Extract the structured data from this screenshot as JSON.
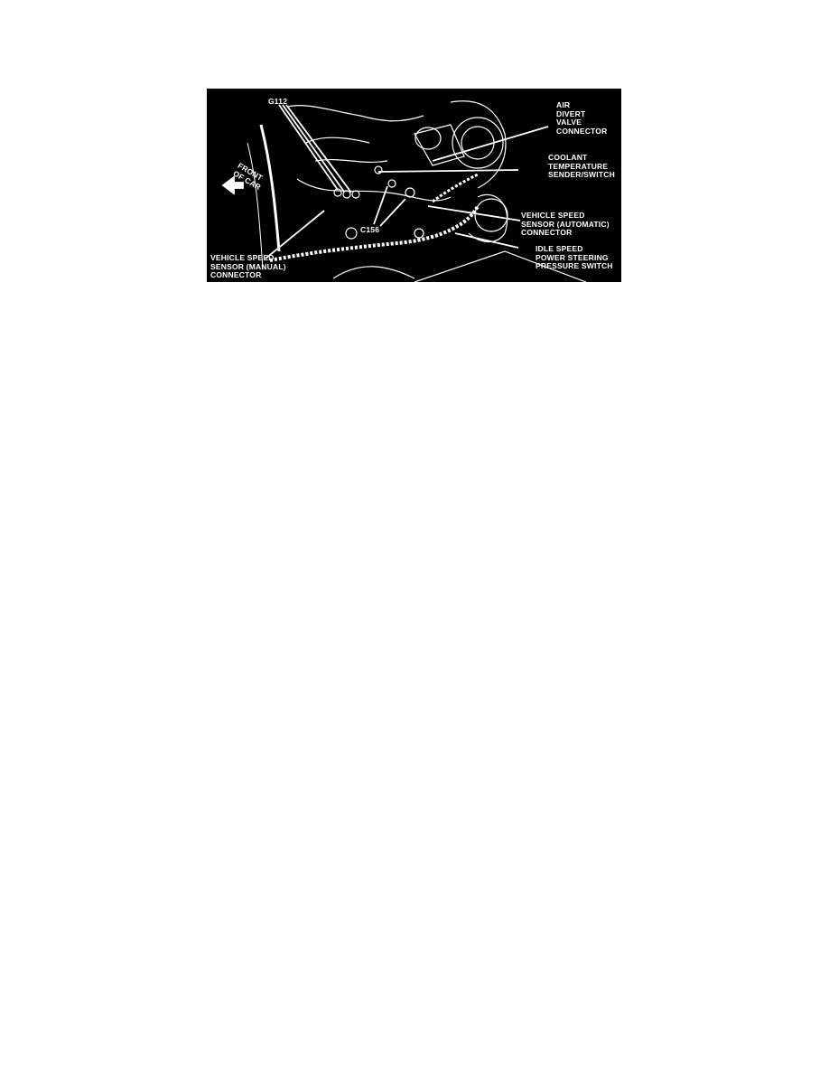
{
  "figure": {
    "background": "#000000",
    "foreground": "#ffffff",
    "labels": {
      "g112": "G112",
      "front_of_car": [
        "FRONT",
        "OF CAR"
      ],
      "air_divert": [
        "AIR",
        "DIVERT",
        "VALVE",
        "CONNECTOR"
      ],
      "coolant": [
        "COOLANT",
        "TEMPERATURE",
        "SENDER/SWITCH"
      ],
      "c156": "C156",
      "vss_automatic": [
        "VEHICLE SPEED",
        "SENSOR (AUTOMATIC)",
        "CONNECTOR"
      ],
      "idle_speed": [
        "IDLE SPEED",
        "POWER STEERING",
        "PRESSURE SWITCH"
      ],
      "vss_manual": [
        "VEHICLE SPEED",
        "SENSOR (MANUAL)",
        "CONNECTOR"
      ]
    }
  }
}
